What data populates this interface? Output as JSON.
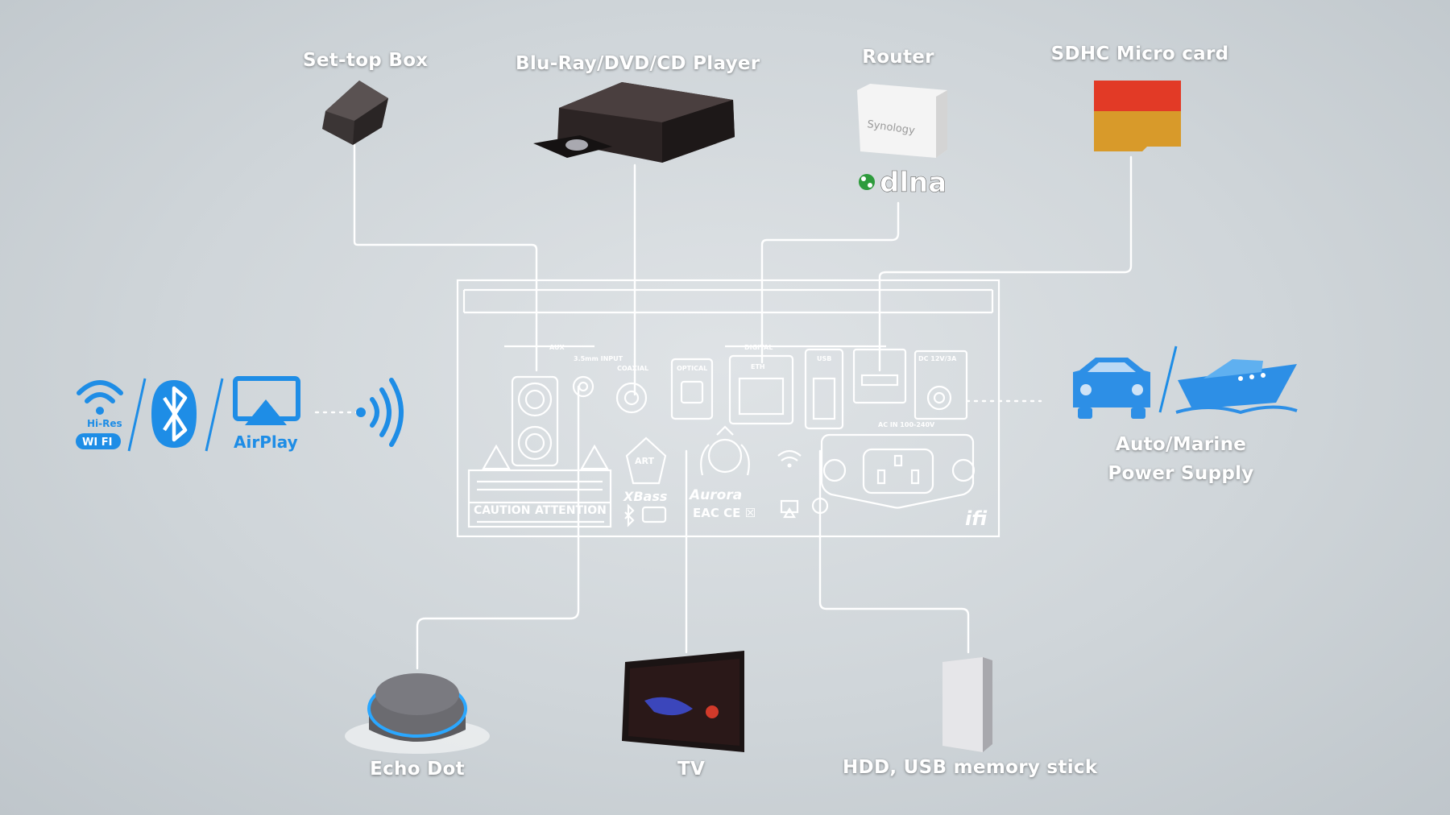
{
  "devices": {
    "settop": "Set-top Box",
    "bluray": "Blu-Ray/DVD/CD Player",
    "router": "Router",
    "sdhc": "SDHC Micro card",
    "power": "Auto/Marine\nPower Supply",
    "power_line1": "Auto/Marine",
    "power_line2": "Power Supply",
    "echo": "Echo Dot",
    "tv": "TV",
    "hdd": "HDD, USB memory stick"
  },
  "wireless": {
    "hires": "Hi-Res",
    "wifi": "WI FI",
    "airplay": "AirPlay"
  },
  "router_brand": "Synology",
  "dlna_label": "dlna",
  "panel": {
    "aux": "AUX",
    "input_35": "3.5mm INPUT",
    "coaxial": "COAXIAL",
    "optical": "OPTICAL",
    "digital": "DIGITAL",
    "eth": "ETH",
    "usb": "USB",
    "dc": "DC 12V/3A",
    "ac": "AC IN 100-240V",
    "caution": "CAUTION",
    "attention": "ATTENTION",
    "xbass": "XBass",
    "aurora": "Aurora",
    "ifi": "ifi",
    "art": "ART"
  },
  "colors": {
    "accent_blue": "#1e8de6",
    "line": "#ffffff",
    "sd_red": "#e23a26",
    "sd_orange": "#d89a2a",
    "dlna_green": "#2d9b3c"
  }
}
